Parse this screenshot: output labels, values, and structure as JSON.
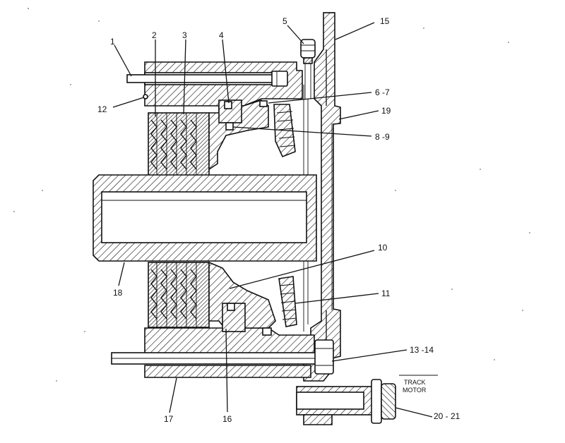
{
  "diagram": {
    "callouts": {
      "c1": "1",
      "c2": "2",
      "c3": "3",
      "c4": "4",
      "c5": "5",
      "c6_7": "6 -7",
      "c8_9": "8 -9",
      "c10": "10",
      "c11": "11",
      "c12": "12",
      "c13_14": "13 -14",
      "c15": "15",
      "c16": "16",
      "c17": "17",
      "c18": "18",
      "c19": "19",
      "c20_21": "20  - 21"
    },
    "track_motor_line1": "TRACK",
    "track_motor_line2": "MOTOR"
  }
}
